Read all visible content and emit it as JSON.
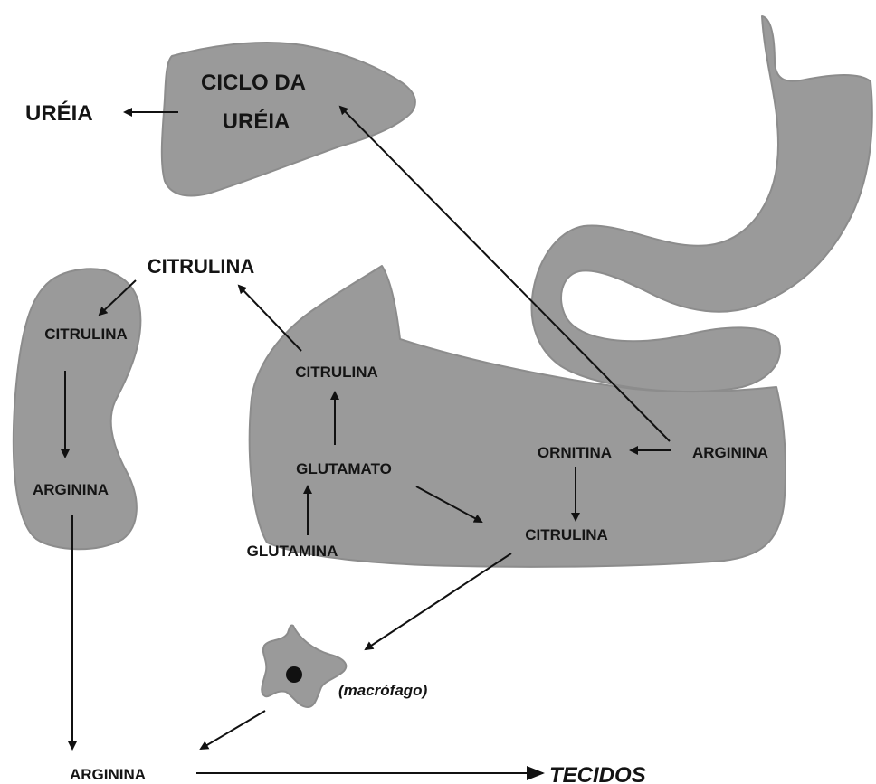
{
  "labels": {
    "liver_cycle_line1": "CICLO DA",
    "liver_cycle_line2": "URÉIA",
    "urea_output": "URÉIA",
    "blood_citrulline": "CITRULINA",
    "kidney_citrulline": "CITRULINA",
    "kidney_arginine": "ARGININA",
    "intestine_citrulline_top": "CITRULINA",
    "glutamate": "GLUTAMATO",
    "glutamine": "GLUTAMINA",
    "ornithine": "ORNITINA",
    "intestine_arginine": "ARGININA",
    "intestine_citrulline_bottom": "CITRULINA",
    "macrophage": "(macrófago)",
    "final_arginine": "ARGININA",
    "tissues": "TECIDOS"
  },
  "colors": {
    "organ_fill": "#9a9a9a",
    "text": "#141414",
    "background": "#ffffff"
  }
}
